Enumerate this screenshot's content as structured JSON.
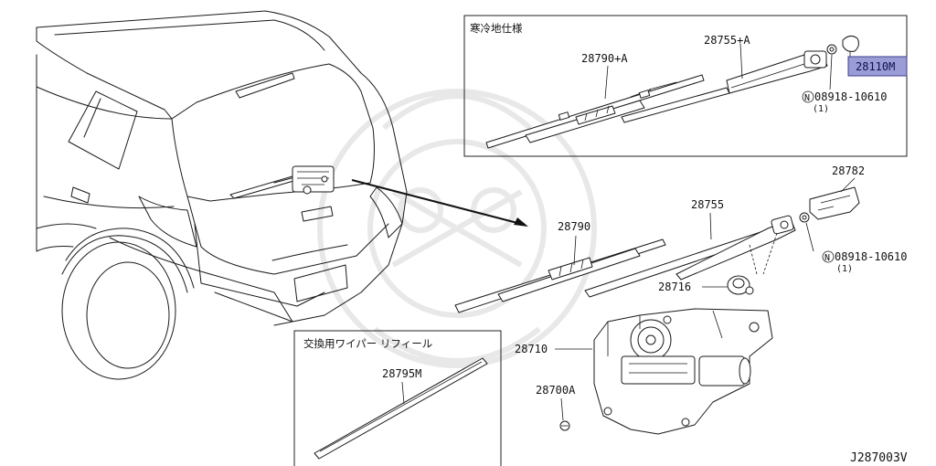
{
  "insets": {
    "cold_region": {
      "title": "寒冷地仕様"
    },
    "refill": {
      "title": "交換用ワイパー リフィール"
    }
  },
  "parts": {
    "p28790A": "28790+A",
    "p28755A": "28755+A",
    "p28110M": "28110M",
    "nut_top": "08918-10610",
    "nut_top_qty": "(1)",
    "p28782": "28782",
    "p28755": "28755",
    "p28790": "28790",
    "nut_mid": "08918-10610",
    "nut_mid_qty": "(1)",
    "p28716": "28716",
    "p28710": "28710",
    "p28700A": "28700A",
    "p28795M": "28795M",
    "n_symbol": "N"
  },
  "highlight_color": "#9a9cd6",
  "diagram_code": "J287003V"
}
